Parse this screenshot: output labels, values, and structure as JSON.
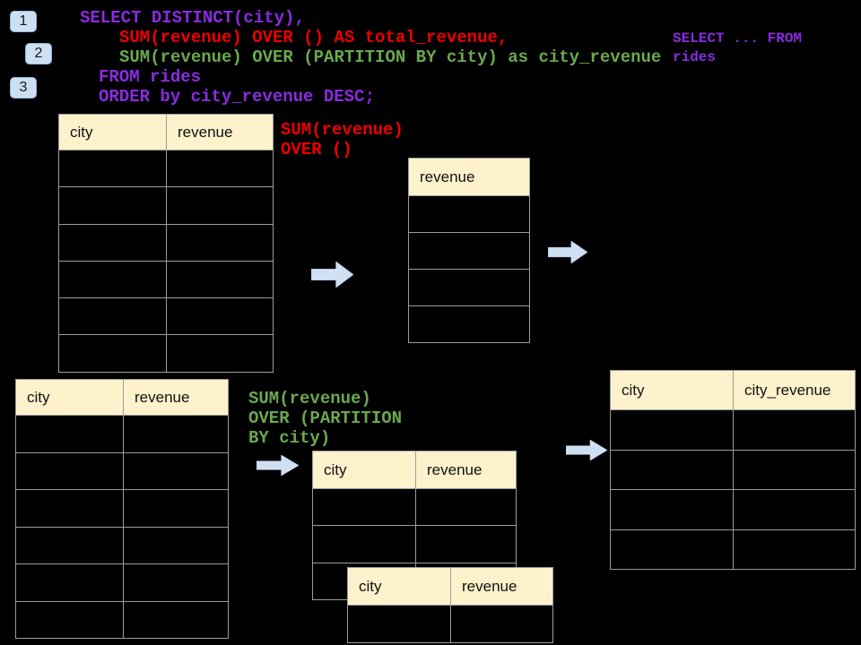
{
  "colors": {
    "purple": "#8b2be2",
    "red": "#ee0000",
    "green": "#6aa84f",
    "tableHeaderBg": "#fdf2cc",
    "border": "#9c9c9c",
    "arrowFill": "#cfe0f2",
    "arrowStroke": "#b3c6dd",
    "badgeBg": "#cde0f2",
    "badgeBorder": "#93b7d8"
  },
  "icons": {
    "flow_arrow": "right-block-arrow"
  },
  "badges": [
    {
      "label": "1"
    },
    {
      "label": "2"
    },
    {
      "label": "3"
    }
  ],
  "sql": {
    "lines": [
      {
        "text": "SELECT DISTINCT(city),",
        "color": "purple"
      },
      {
        "text": "SUM(revenue) OVER () AS total_revenue,",
        "color": "red"
      },
      {
        "text": "SUM(revenue) OVER (PARTITION BY city) as city_revenue",
        "color": "green"
      },
      {
        "text": "FROM rides",
        "color": "purple"
      },
      {
        "text": "ORDER by city_revenue DESC;",
        "color": "purple"
      }
    ]
  },
  "side_note": {
    "line1": "SELECT ... FROM",
    "line2": "rides"
  },
  "labels": {
    "total_label": {
      "line1": "SUM(revenue)",
      "line2": "OVER ()"
    },
    "partition_label": {
      "line1": "SUM(revenue)",
      "line2": "OVER (PARTITION",
      "line3": "BY city)"
    }
  },
  "tables": {
    "source_top": {
      "headers": [
        "city",
        "revenue"
      ],
      "rows": 6
    },
    "total_revenue_result": {
      "headers": [
        "revenue"
      ],
      "rows": 4
    },
    "source_bottom": {
      "headers": [
        "city",
        "revenue"
      ],
      "rows": 6
    },
    "partition_step": {
      "headers": [
        "city",
        "revenue"
      ],
      "rows": 3
    },
    "partition_step_overlay": {
      "headers": [
        "city",
        "revenue"
      ],
      "rows": 1
    },
    "city_revenue_result": {
      "headers": [
        "city",
        "city_revenue"
      ],
      "rows": 4
    }
  }
}
